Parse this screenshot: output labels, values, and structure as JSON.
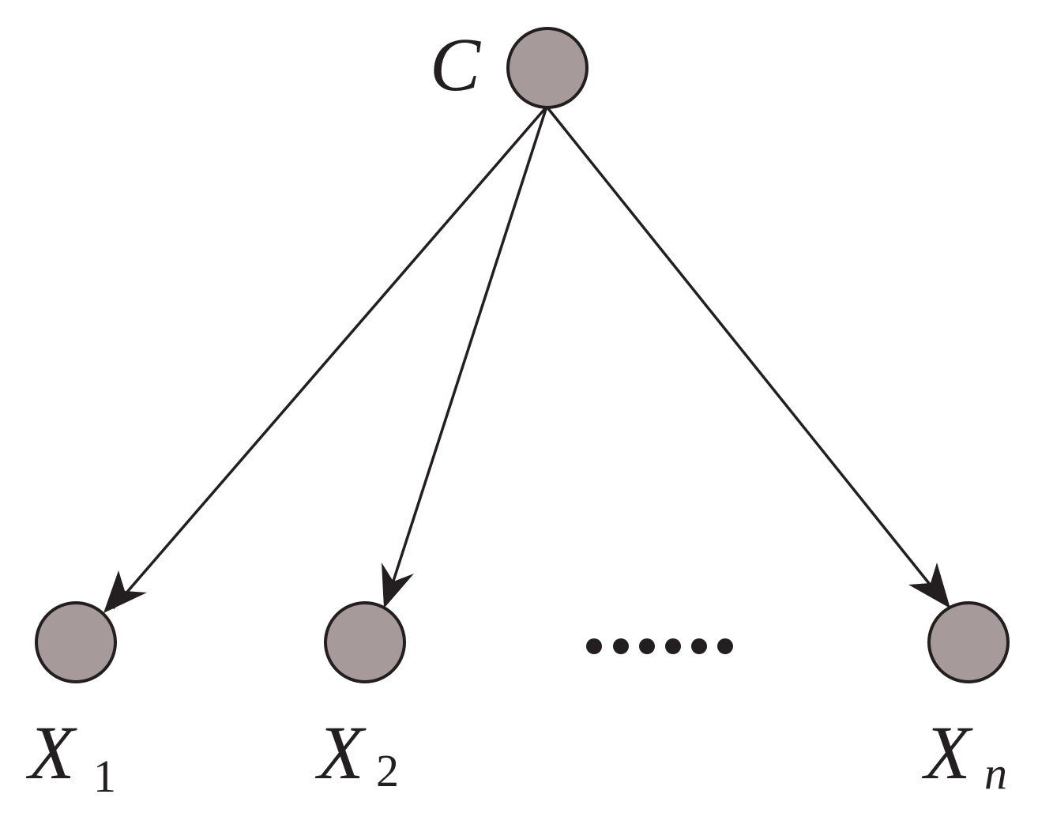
{
  "nodes": {
    "root": {
      "label": "C"
    },
    "children": [
      {
        "label": "X",
        "subscript": "1"
      },
      {
        "label": "X",
        "subscript": "2"
      },
      {
        "label": "X",
        "subscript": "n"
      }
    ]
  },
  "ellipsis": "......",
  "colors": {
    "node_fill": "#a69a9a",
    "stroke": "#231f20",
    "background": "#ffffff"
  }
}
